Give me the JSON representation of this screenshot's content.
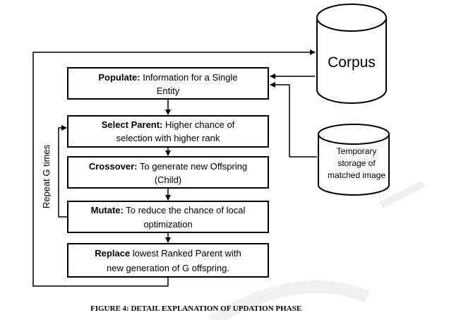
{
  "steps": {
    "populate": {
      "title": "Populate:",
      "desc_line1": " Information for a Single",
      "desc_line2": "Entity"
    },
    "select_parent": {
      "title": "Select Parent:",
      "desc_line1": " Higher chance of",
      "desc_line2": "selection with higher rank"
    },
    "crossover": {
      "title": "Crossover:",
      "desc_line1": "  To generate new Offspring",
      "desc_line2": "(Child)"
    },
    "mutate": {
      "title": "Mutate:",
      "desc_line1": " To reduce the chance of local",
      "desc_line2": "optimization"
    },
    "replace": {
      "title": "Replace",
      "desc_line1": " lowest Ranked Parent with",
      "desc_line2": "new generation of G offspring."
    }
  },
  "loop_label": "Repeat G times",
  "corpus_label": "Corpus",
  "temp_storage": {
    "line1": "Temporary",
    "line2": "storage of",
    "line3": "matched image"
  },
  "caption": "FIGURE 4: DETAIL EXPLANATION OF UPDATION PHASE"
}
